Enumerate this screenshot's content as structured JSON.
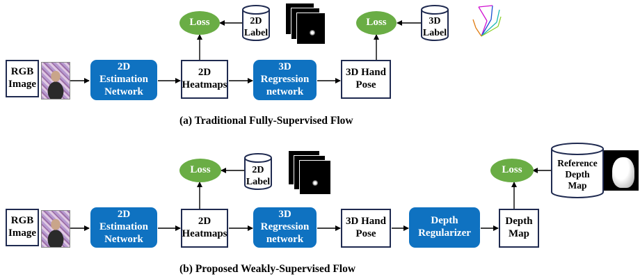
{
  "panel_a": {
    "caption": "(a) Traditional Fully-Supervised Flow",
    "rgb": "RGB\nImage",
    "estimation": "2D\nEstimation\nNetwork",
    "heatmaps": "2D\nHeatmaps",
    "regression": "3D\nRegression\nnetwork",
    "pose": "3D Hand\nPose",
    "loss_2d": "Loss",
    "label_2d": "2D\nLabel",
    "loss_3d": "Loss",
    "label_3d": "3D\nLabel"
  },
  "panel_b": {
    "caption": "(b) Proposed Weakly-Supervised Flow",
    "rgb": "RGB\nImage",
    "estimation": "2D\nEstimation\nNetwork",
    "heatmaps": "2D\nHeatmaps",
    "regression": "3D\nRegression\nnetwork",
    "pose": "3D Hand\nPose",
    "regularizer": "Depth\nRegularizer",
    "depth_map": "Depth\nMap",
    "loss_2d": "Loss",
    "label_2d": "2D\nLabel",
    "loss_depth": "Loss",
    "ref_depth": "Reference\nDepth\nMap"
  },
  "colors": {
    "network_fill": "#0f72c1",
    "loss_fill": "#6aad45",
    "box_border": "#1f2a50",
    "arrow": "#000000"
  }
}
